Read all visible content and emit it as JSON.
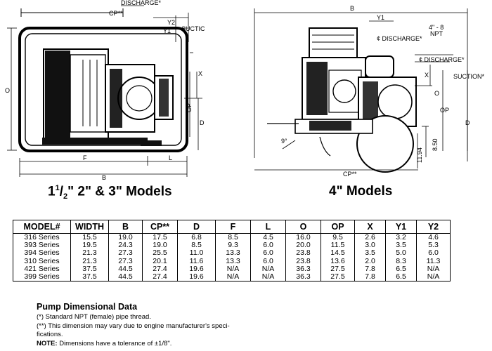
{
  "drawing_left": {
    "labels": {
      "discharge": "DISCHARGE*",
      "cp": "CP**",
      "y2": "Y2",
      "y1": "Y1",
      "suction": "SUCTIC",
      "o": "O",
      "x": "X",
      "op": "OP",
      "d": "D",
      "f": "F",
      "l": "L",
      "b": "B"
    },
    "caption": {
      "whole": "1",
      "num": "1",
      "den": "2",
      "rest": "\"  2\" & 3\" Models"
    }
  },
  "drawing_right": {
    "labels": {
      "b": "B",
      "y1": "Y1",
      "discharge_ctr": "¢ DISCHARGE*",
      "npt": "4\" - 8",
      "npt2": "NPT",
      "discharge_ctr2": "¢ DISCHARGE*",
      "suction": "SUCTION*",
      "x": "X",
      "o": "O",
      "op": "OP",
      "d": "D",
      "dim_850": "8.50",
      "dim_1194": "11.94",
      "angle": "9°",
      "cp": "CP**"
    },
    "caption": "4\" Models"
  },
  "table": {
    "headers": [
      "MODEL#",
      "WIDTH",
      "B",
      "CP**",
      "D",
      "F",
      "L",
      "O",
      "OP",
      "X",
      "Y1",
      "Y2"
    ],
    "rows": [
      [
        "316 Series",
        "15.5",
        "19.0",
        "17.5",
        "6.8",
        "8.5",
        "4.5",
        "16.0",
        "9.5",
        "2.6",
        "3.2",
        "4.6"
      ],
      [
        "393 Series",
        "19.5",
        "24.3",
        "19.0",
        "8.5",
        "9.3",
        "6.0",
        "20.0",
        "11.5",
        "3.0",
        "3.5",
        "5.3"
      ],
      [
        "394 Series",
        "21.3",
        "27.3",
        "25.5",
        "11.0",
        "13.3",
        "6.0",
        "23.8",
        "14.5",
        "3.5",
        "5.0",
        "6.0"
      ],
      [
        "310 Series",
        "21.3",
        "27.3",
        "20.1",
        "11.6",
        "13.3",
        "6.0",
        "23.8",
        "13.6",
        "2.0",
        "8.3",
        "11.3"
      ],
      [
        "421 Series",
        "37.5",
        "44.5",
        "27.4",
        "19.6",
        "N/A",
        "N/A",
        "36.3",
        "27.5",
        "7.8",
        "6.5",
        "N/A"
      ],
      [
        "399 Series",
        "37.5",
        "44.5",
        "27.4",
        "19.6",
        "N/A",
        "N/A",
        "36.3",
        "27.5",
        "7.8",
        "6.5",
        "N/A"
      ]
    ]
  },
  "notes": {
    "title": "Pump Dimensional Data",
    "line1": "(*) Standard NPT (female) pipe thread.",
    "line2": "(**) This dimension may vary due to engine manufacturer's speci-",
    "line3": "fications.",
    "line4_label": "NOTE:",
    "line4_text": " Dimensions have a tolerance of ±1/8\"."
  }
}
